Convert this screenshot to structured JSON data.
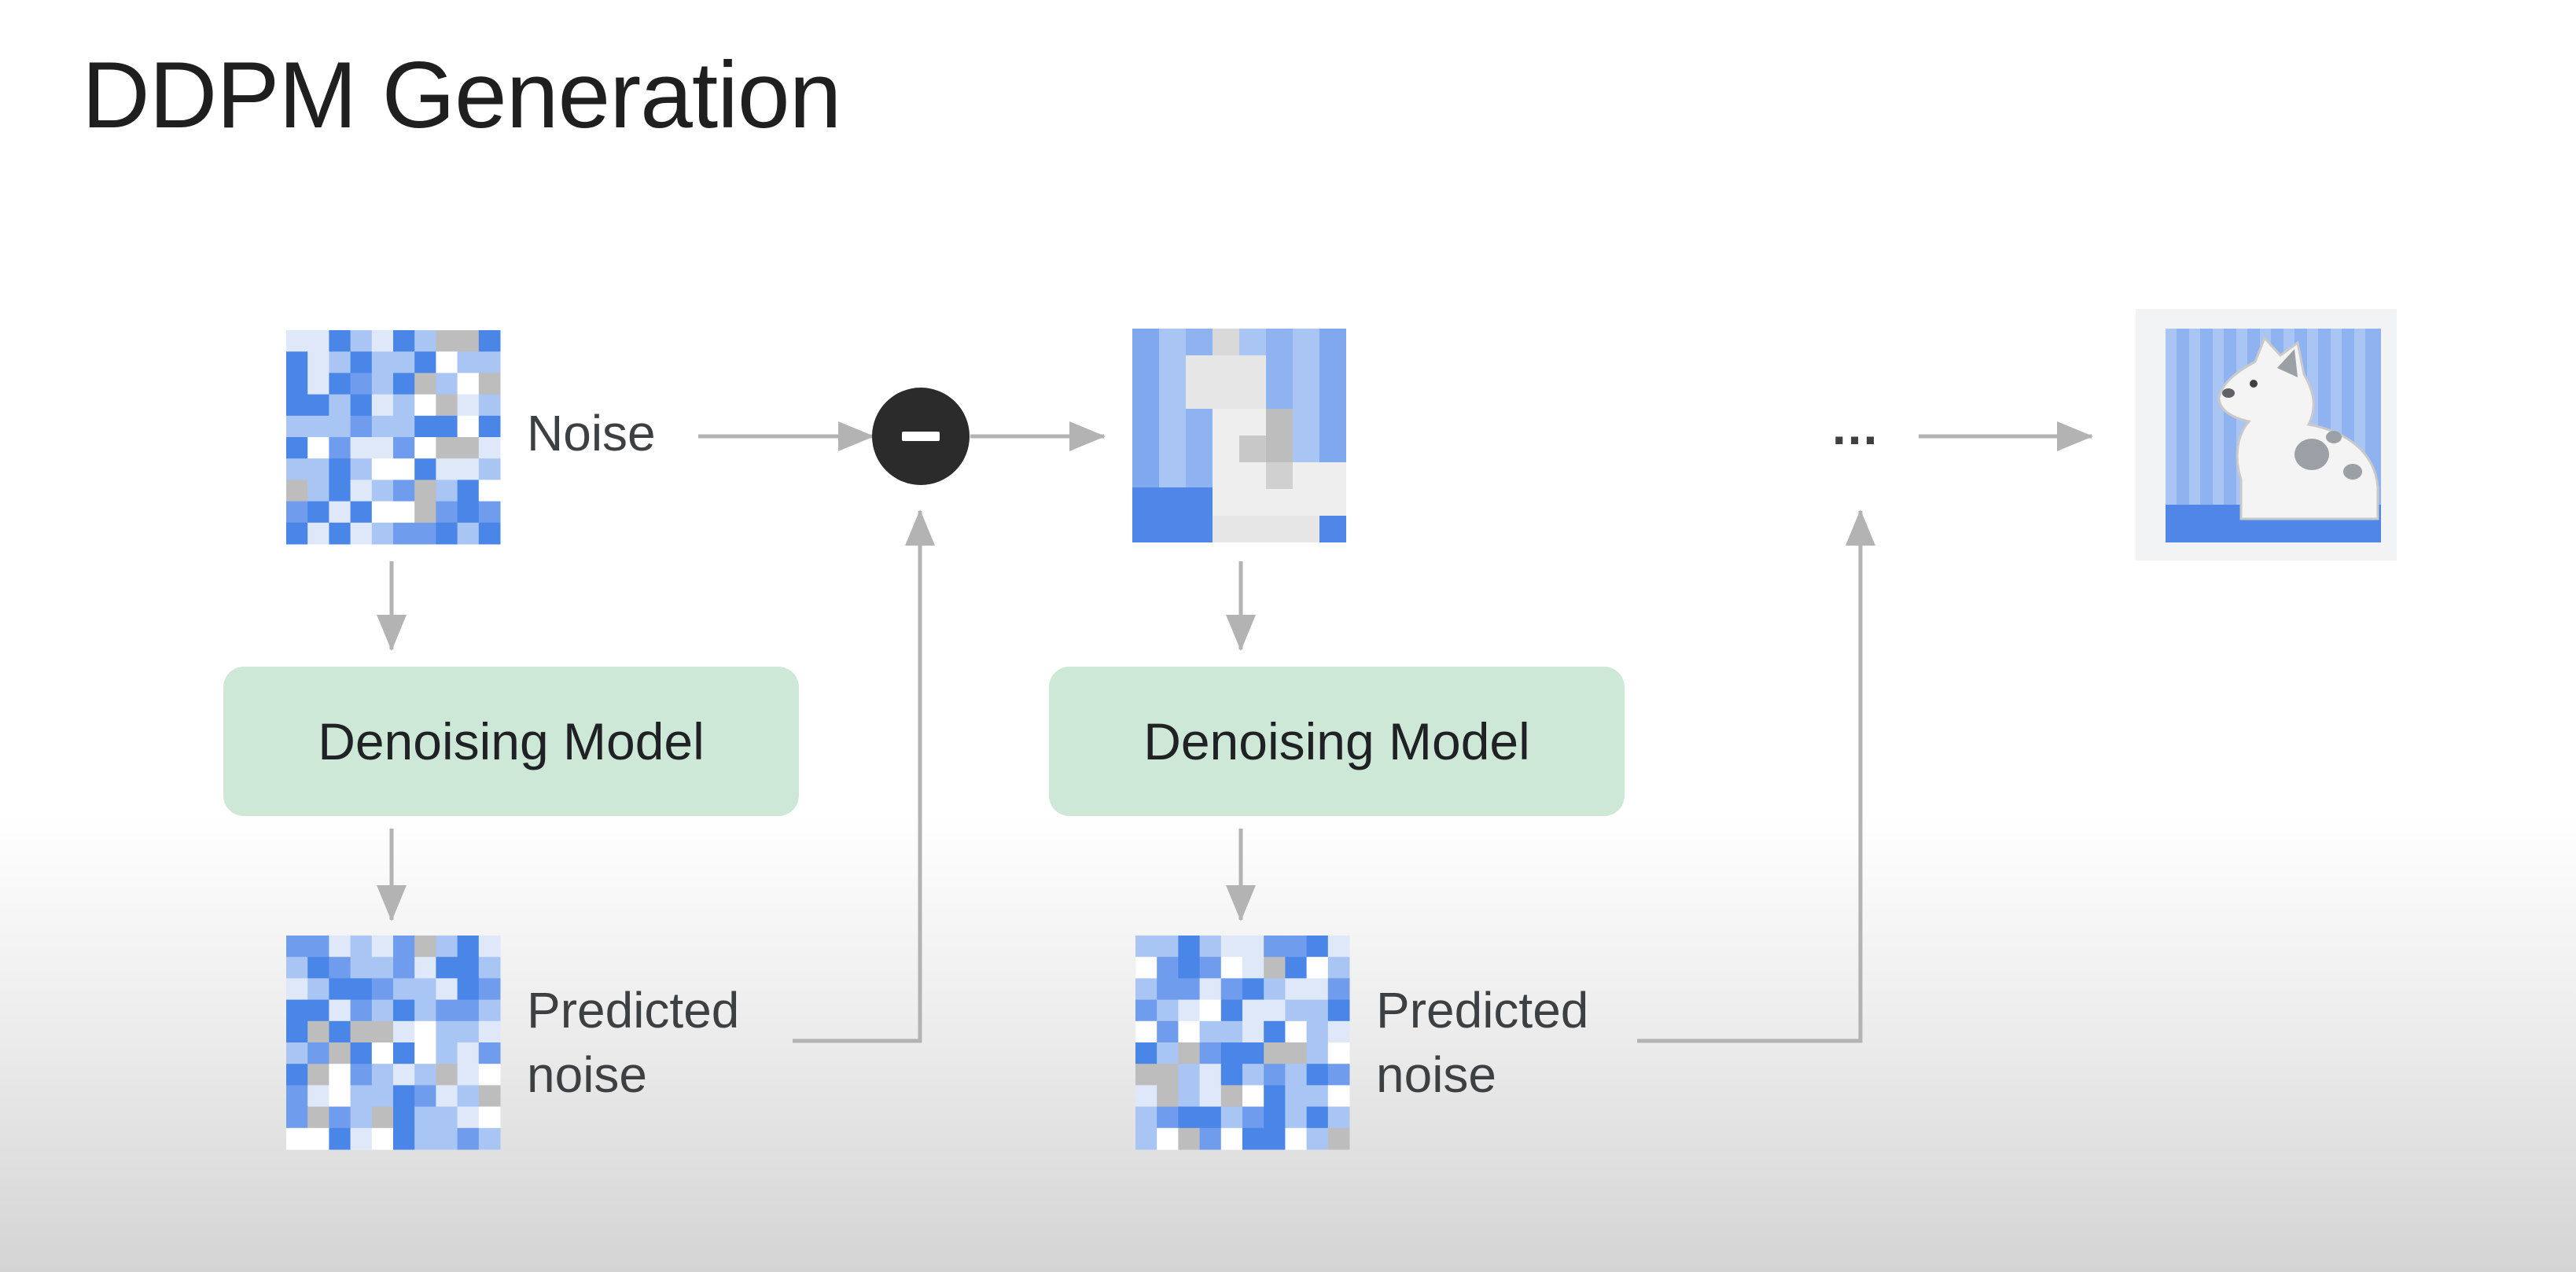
{
  "title": "DDPM Generation",
  "labels": {
    "noise": "Noise",
    "ellipsis": "...",
    "predicted_noise_line1": "Predicted",
    "predicted_noise_line2": "noise"
  },
  "model_label": "Denoising Model",
  "colors": {
    "model_fill": "#cde8d6",
    "arrow": "#b3b3b3",
    "minus_circle": "#2b2b2b",
    "noise_blue": "#4a86e8",
    "noise_light_blue": "#a9c5f3",
    "noise_gray": "#bdbdbd"
  },
  "icons": {
    "minus": "subtract-operator-icon"
  }
}
